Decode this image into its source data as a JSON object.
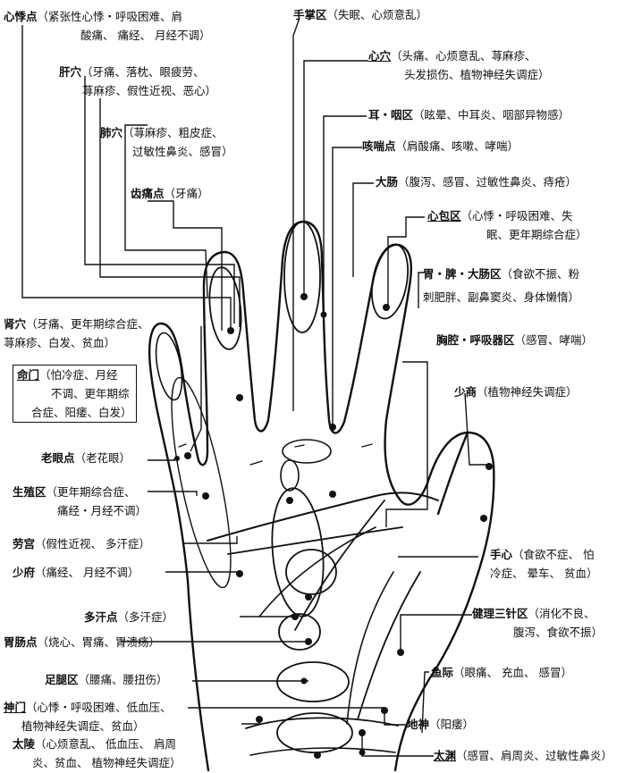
{
  "points": [
    {
      "id": "xinjidian",
      "name": "心悸点",
      "desc": [
        "（紧张性心悸・呼吸困难、肩",
        "酸痛、 痛经、 月经不调）"
      ]
    },
    {
      "id": "shouzhangqu",
      "name": "手掌区",
      "desc": [
        "（失眠、心烦意乱）"
      ]
    },
    {
      "id": "ganxue",
      "name": "肝穴",
      "desc": [
        "（牙痛、落枕、眼疲劳、",
        "荨麻疹、假性近视、恶心）"
      ]
    },
    {
      "id": "xinxue",
      "name": "心穴",
      "desc": [
        "（头痛、心烦意乱、荨麻疹、",
        "头发损伤、植物神经失调症）"
      ]
    },
    {
      "id": "eryanqu",
      "name": "耳・咽区",
      "desc": [
        "（眩晕、中耳炎、咽部异物感）"
      ]
    },
    {
      "id": "feixue",
      "name": "肺穴",
      "desc": [
        "（荨麻疹、粗皮症、",
        "过敏性鼻炎、感冒）"
      ]
    },
    {
      "id": "kechuandian",
      "name": "咳喘点",
      "desc": [
        "（肩酸痛、咳嗽、哮喘）"
      ]
    },
    {
      "id": "chitongdian",
      "name": "齿痛点",
      "desc": [
        "（牙痛）"
      ]
    },
    {
      "id": "dachang",
      "name": "大肠",
      "desc": [
        "（腹泻、感冒、过敏性鼻炎、痔疮）"
      ]
    },
    {
      "id": "xinbaoqu",
      "name": "心包区",
      "desc": [
        "（心悸・呼吸困难、失",
        "眠、更年期综合症）"
      ]
    },
    {
      "id": "weipidachangqu",
      "name": "胃・脾・大肠区",
      "desc": [
        "（食欲不振、粉",
        "刺肥胖、副鼻窦炎、身体懒惰）"
      ]
    },
    {
      "id": "shenxue",
      "name": "肾穴",
      "desc": [
        "（牙痛、更年期综合症、",
        "荨麻疹、白发、贫血）"
      ]
    },
    {
      "id": "xiongqianghuxiqiqu",
      "name": "胸腔・呼吸器区",
      "desc": [
        "（感冒、哮喘）"
      ]
    },
    {
      "id": "mingmen",
      "name": "命门",
      "desc": [
        "（怕冷症、月经",
        "不调、更年期综",
        "合症、阳痿、白发）"
      ]
    },
    {
      "id": "shaoshang",
      "name": "少商",
      "desc": [
        "（植物神经失调症）"
      ]
    },
    {
      "id": "laoyandian",
      "name": "老眼点",
      "desc": [
        "（老花眼）"
      ]
    },
    {
      "id": "shengzhiqu",
      "name": "生殖区",
      "desc": [
        "（更年期综合症、",
        "痛经・月经不调）"
      ]
    },
    {
      "id": "laogong",
      "name": "劳宫",
      "desc": [
        "（假性近视、 多汗症）"
      ]
    },
    {
      "id": "shouxin",
      "name": "手心",
      "desc": [
        "（食欲不症、 怕",
        "冷症、 晕车、 贫血）"
      ]
    },
    {
      "id": "shaofu",
      "name": "少府",
      "desc": [
        "（痛经、 月经不调）"
      ]
    },
    {
      "id": "duohandian",
      "name": "多汗点",
      "desc": [
        "（多汗症）"
      ]
    },
    {
      "id": "weichangsanzhenqu",
      "name": "健理三针区",
      "desc": [
        "（消化不良、",
        "腹泻、食欲不振）"
      ]
    },
    {
      "id": "weichangdian",
      "name": "胃肠点",
      "desc": [
        "（烧心、胃痛、胃溃疡）"
      ]
    },
    {
      "id": "zugenqu",
      "name": "足腿区",
      "desc": [
        "（腰痛、腰扭伤）"
      ]
    },
    {
      "id": "yuji",
      "name": "鱼际",
      "desc": [
        "（眼痛、 充血、 感冒）"
      ]
    },
    {
      "id": "shenmen",
      "name": "神门",
      "desc": [
        "（心悸・呼吸困难、低血压、",
        "植物神经失调症、贫血）"
      ]
    },
    {
      "id": "dishen",
      "name": "地神",
      "desc": [
        "（阳痿）"
      ]
    },
    {
      "id": "taiyuan",
      "name": "太渊",
      "desc": [
        "（感冒、肩周炎、过敏性鼻炎）"
      ]
    },
    {
      "id": "tailing",
      "name": "太陵",
      "desc": [
        "（心烦意乱、 低血压、 肩周",
        "炎、贫血、 植物神经失调症）"
      ]
    }
  ]
}
